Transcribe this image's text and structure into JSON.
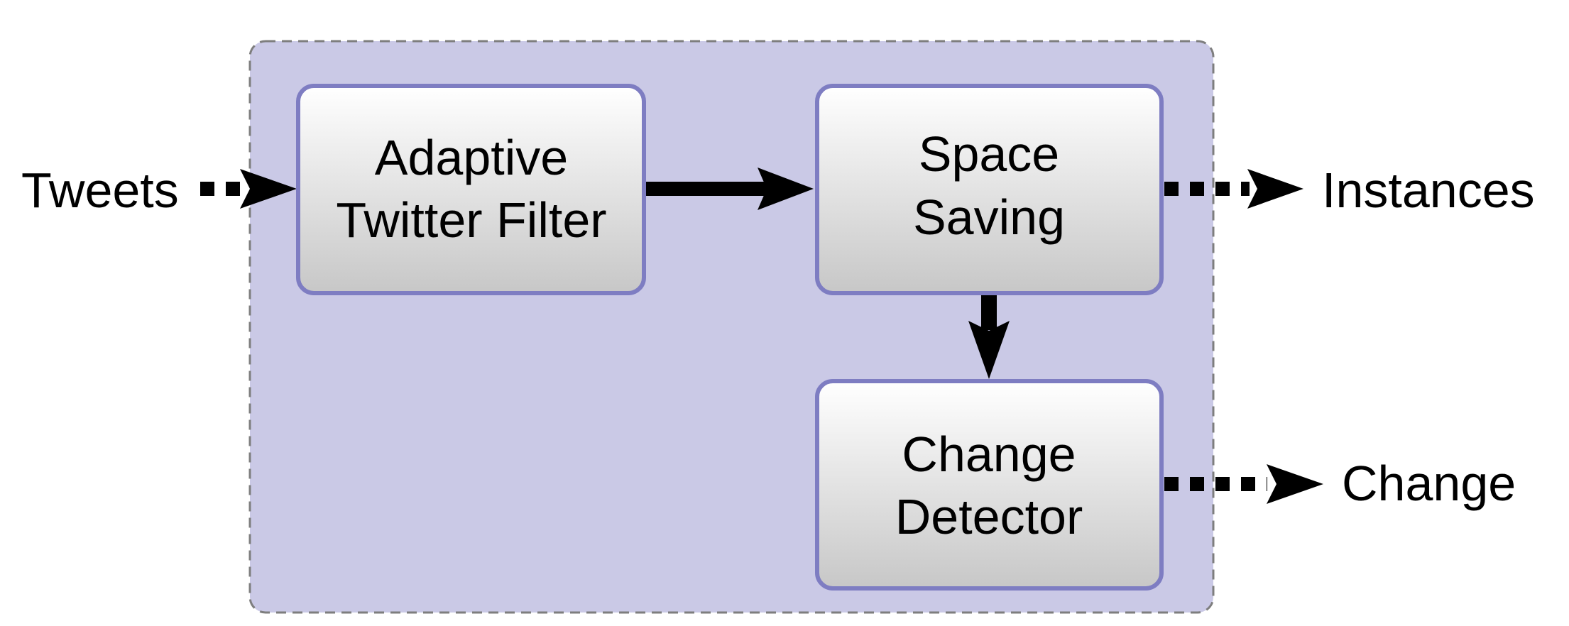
{
  "diagram": {
    "inputs": {
      "tweets": "Tweets"
    },
    "outputs": {
      "instances": "Instances",
      "change": "Change"
    },
    "boxes": {
      "adaptive_filter": {
        "line1": "Adaptive",
        "line2": "Twitter Filter"
      },
      "space_saving": {
        "line1": "Space",
        "line2": "Saving"
      },
      "change_detector": {
        "line1": "Change",
        "line2": "Detector"
      }
    },
    "colors": {
      "container_fill": "#CAC9E6",
      "container_border": "#7E7E7E",
      "box_border": "#7E7DC2",
      "box_gradient_top": "#FFFFFF",
      "box_gradient_bottom": "#C7C7C7",
      "arrow": "#000000"
    }
  }
}
